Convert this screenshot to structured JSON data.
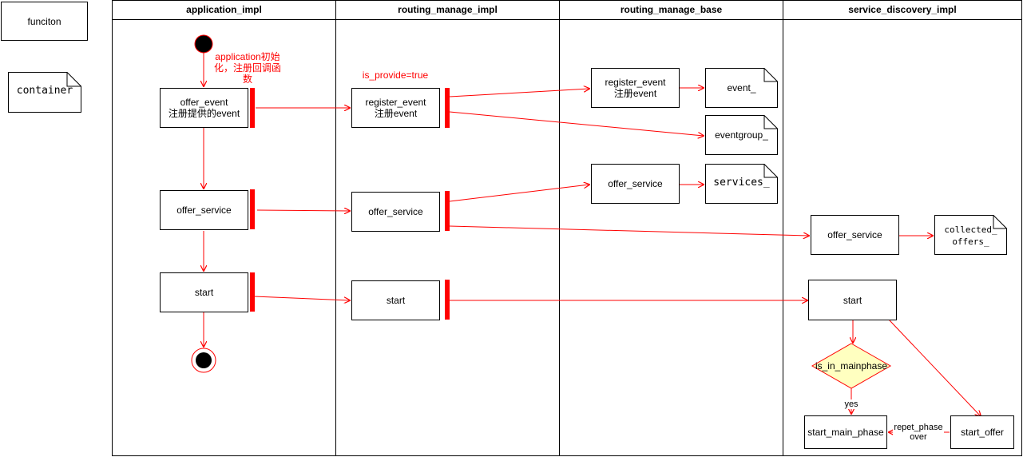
{
  "legend": {
    "function_label": "funciton",
    "container_label": "container"
  },
  "lanes": [
    {
      "title": "application_impl"
    },
    {
      "title": "routing_manage_impl"
    },
    {
      "title": "routing_manage_base"
    },
    {
      "title": "service_discovery_impl"
    }
  ],
  "notes": {
    "app_init": "application初始化，注册回调函数",
    "is_provide": "is_provide=true"
  },
  "nodes": {
    "app_offer_event": "offer_event\n注册提供的event",
    "app_offer_service": "offer_service",
    "app_start": "start",
    "rmi_register_event": "register_event\n注册event",
    "rmi_offer_service": "offer_service",
    "rmi_start": "start",
    "rmb_register_event": "register_event\n注册event",
    "rmb_offer_service": "offer_service",
    "sdi_offer_service": "offer_service",
    "sdi_start": "start",
    "sdi_decision": "is_in_mainphase",
    "sdi_start_main_phase": "start_main_phase",
    "sdi_start_offer": "start_offer"
  },
  "containers": {
    "event": "event_",
    "eventgroup": "eventgroup_",
    "services": "services_",
    "collected_offers": "collected_\noffers_"
  },
  "edge_labels": {
    "yes": "yes",
    "repet_phase_over": "repet_phase\nover"
  },
  "colors": {
    "edge": "#ff0000",
    "decision_fill": "#ffffc0",
    "bar": "#ff0000"
  }
}
